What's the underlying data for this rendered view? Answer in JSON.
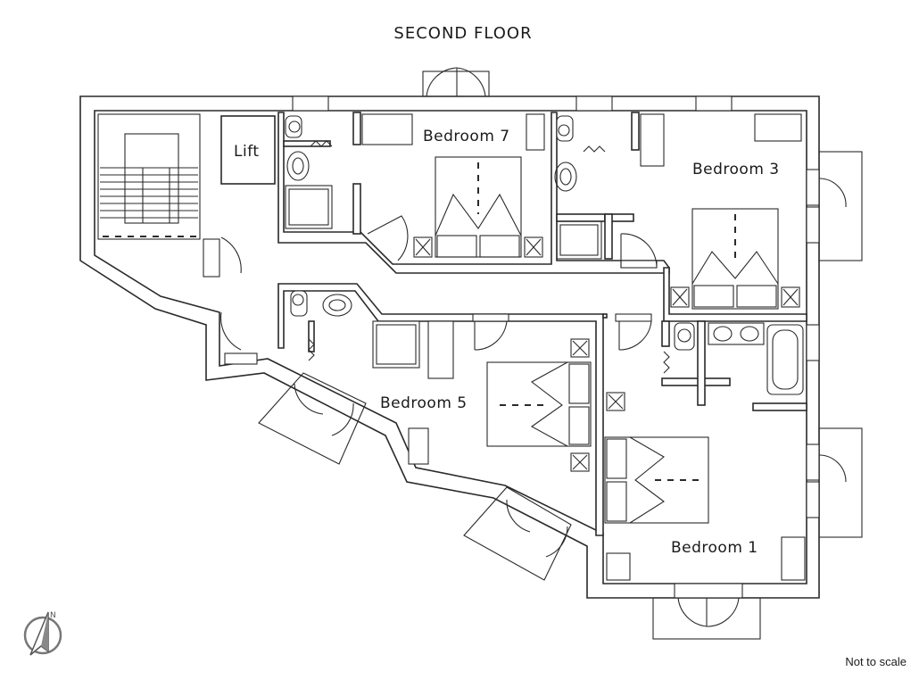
{
  "title": "SECOND FLOOR",
  "rooms": {
    "bedroom7": "Bedroom 7",
    "bedroom3": "Bedroom 3",
    "bedroom5": "Bedroom 5",
    "bedroom1": "Bedroom 1",
    "lift": "Lift"
  },
  "note": "Not to scale",
  "compass": {
    "label": "N",
    "icon": "north-arrow-icon"
  }
}
